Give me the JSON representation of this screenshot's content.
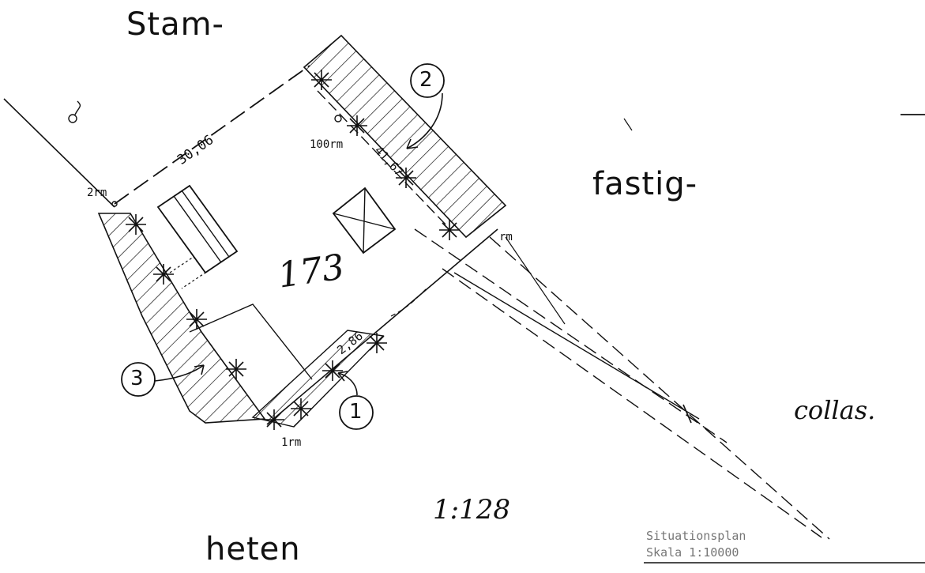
{
  "words": {
    "stam": "Stam-",
    "fastig": "fastig-",
    "heten": "heten"
  },
  "parcel_number": "173",
  "scale_note": "1:128",
  "handwritten_note": "collas.",
  "markers": [
    "1",
    "2",
    "3"
  ],
  "dimensions": {
    "top_edge": "30,06",
    "right_edge": "41,67",
    "lower_edge": "2,86"
  },
  "point_labels": {
    "top_left": "2rm",
    "right": "100rm",
    "bottom": "1rm",
    "corner": "rm"
  },
  "stamp": {
    "line1": "Situationsplan",
    "line2": "Skala 1:10000"
  },
  "colors": {
    "ink": "#111111",
    "faint": "#777777",
    "paper": "#ffffff"
  }
}
